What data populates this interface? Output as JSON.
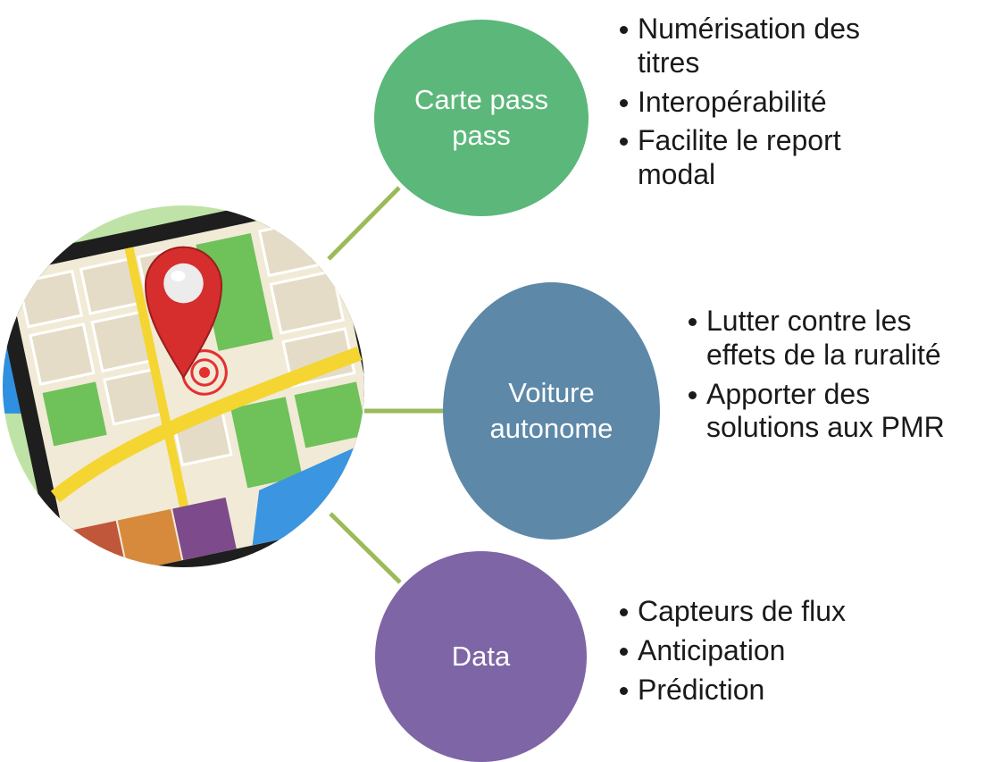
{
  "diagram": {
    "center": {
      "image": "map-smartphone-icon"
    },
    "nodes": [
      {
        "id": "carte",
        "label": "Carte pass pass",
        "color": "#5cb77a",
        "bullets": [
          "Numérisation des titres",
          "Interopérabilité",
          "Facilite le report modal"
        ]
      },
      {
        "id": "voiture",
        "label": "Voiture autonome",
        "color": "#5d88a8",
        "bullets": [
          "Lutter contre les effets de la ruralité",
          "Apporter des solutions aux PMR"
        ]
      },
      {
        "id": "data",
        "label": "Data",
        "color": "#7e65a6",
        "bullets": [
          "Capteurs de flux",
          "Anticipation",
          "Prédiction"
        ]
      }
    ],
    "connector_color": "#9bbb59"
  }
}
